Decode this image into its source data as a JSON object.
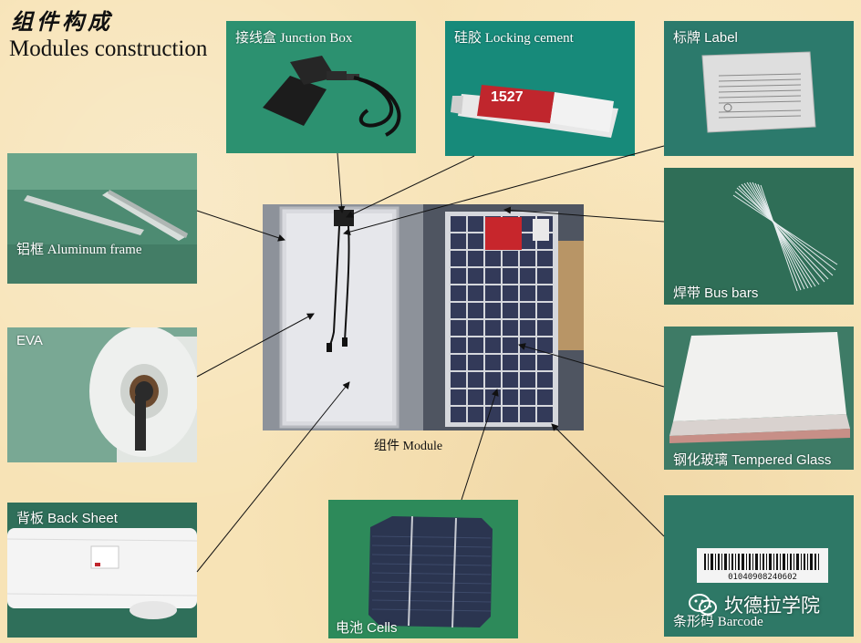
{
  "header": {
    "title_cn": "组件构成",
    "title_en": "Modules construction"
  },
  "components": {
    "junction_box": "接线盒 Junction Box",
    "locking_cement": "硅胶 Locking cement",
    "label": "标牌 Label",
    "aluminum_frame": "铝框 Aluminum frame",
    "bus_bars": "焊带 Bus bars",
    "eva": "EVA",
    "tempered_glass": "钢化玻璃 Tempered Glass",
    "back_sheet": "背板 Back Sheet",
    "cells": "电池 Cells",
    "barcode": "条形码 Barcode"
  },
  "module_label": "组件 Module",
  "product_text": {
    "cement_number": "1527",
    "barcode_number": "01040908240602"
  },
  "watermark": {
    "text": "坎德拉学院",
    "icon": "wechat-icon"
  },
  "colors": {
    "background": "#f7e3b6",
    "photo_green": "#2f7a5c",
    "line": "#111111"
  }
}
